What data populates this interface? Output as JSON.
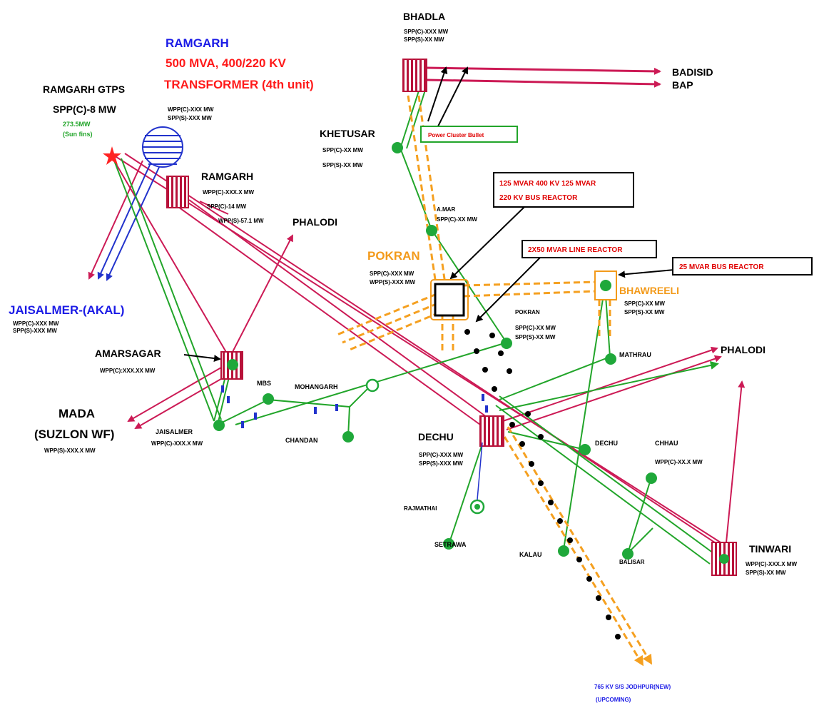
{
  "colors": {
    "line_400kv": "#cc1a55",
    "line_220kv": "#22a52a",
    "line_765kv": "#f5a020",
    "line_ckt": "#2233cc",
    "dots": "#000000",
    "station_fill": "#b8123a",
    "node_fill": "#1fa83a",
    "title_blue": "#1b1be6",
    "title_red": "#ff1a1a",
    "pokran_orange": "#f39a1a",
    "callout_red": "#e00000"
  },
  "labels": {
    "bhadla": "BHADLA",
    "bhadla_sub": [
      "SPP(C)-XXX MW",
      "SPP(S)-XX MW"
    ],
    "badisid": "BADISID",
    "bap": "BAP",
    "ramgarh_title": "RAMGARH",
    "ramgarh_trf_line1": "500 MVA, 400/220 KV",
    "ramgarh_trf_line2": "TRANSFORMER (4th unit)",
    "ramgarh_gtps": "RAMGARH GTPS",
    "ramgarh_gtps_spp": "SPP(C)-8 MW",
    "ramgarh_gtps_green1": "273.5MW",
    "ramgarh_gtps_green2": "(Sun fins)",
    "ramgarh_gtps_sub": [
      "WPP(C)-XXX MW",
      "SPP(S)-XXX MW"
    ],
    "ramgarh": "RAMGARH",
    "ramgarh_sub": [
      "WPP(C)-XXX.X MW",
      "SPP(C)-14 MW",
      "WPP(S)-57.1 MW"
    ],
    "phalodi_top": "PHALODI",
    "khetusar": "KHETUSAR",
    "khetusar_sub": [
      "SPP(C)-XX MW",
      "SPP(S)-XX MW"
    ],
    "power_cluster": "Power Cluster Bullet",
    "amar": "A.MAR",
    "amar_sub": "SPP(C)-XX MW",
    "callout_bus_reactor_1": "125 MVAR 400 KV 125 MVAR",
    "callout_bus_reactor_2": "220 KV BUS REACTOR",
    "callout_line_reactor": "2X50 MVAR LINE REACTOR",
    "callout_25_bus_reactor": "25 MVAR BUS REACTOR",
    "pokran": "POKRAN",
    "pokran_sub": [
      "SPP(C)-XXX MW",
      "WPP(S)-XXX MW"
    ],
    "pokran2": "POKRAN",
    "pokran2_sub": [
      "SPP(C)-XX MW",
      "SPP(S)-XX MW"
    ],
    "bhawreeli": "BHAWREELI",
    "bhawreeli_sub": [
      "SPP(C)-XX MW",
      "SPP(S)-XX MW"
    ],
    "jaisalmer_kakal": "JAISALMER-(AKAL)",
    "jaisalmer_kakal_sub": [
      "WPP(C)-XXX MW",
      "SPP(S)-XXX MW"
    ],
    "amarsagar": "AMARSAGAR",
    "amarsagar_sub": "WPP(C):XXX.XX MW",
    "mbs": "MBS",
    "mohangarh": "MOHANGARH",
    "mathrau": "MATHRAU",
    "phalodi_right": "PHALODI",
    "mada": "MADA",
    "suzlon": "(SUZLON WF)",
    "suzlon_sub": "WPP(S)-XXX.X MW",
    "jaisalmer": "JAISALMER",
    "jaisalmer_sub": "WPP(C)-XXX.X MW",
    "chandan": "CHANDAN",
    "dechu": "DECHU",
    "dechu_sub": [
      "SPP(C)-XXX MW",
      "SPP(S)-XXX MW"
    ],
    "dechu2": "DECHU",
    "chhau": "CHHAU",
    "chhau_sub": "WPP(C)-XX.X MW",
    "ramathal": "RAJMATHAI",
    "setrawa": "SETRAWA",
    "kalau": "KALAU",
    "baisar": "BALISAR",
    "tinwari": "TINWARI",
    "tinwari_sub": [
      "WPP(C)-XXX.X MW",
      "SPP(S)-XX MW"
    ],
    "bottom_1": "765 KV S/S JODHPUR(NEW)",
    "bottom_2": "(UPCOMING)"
  }
}
